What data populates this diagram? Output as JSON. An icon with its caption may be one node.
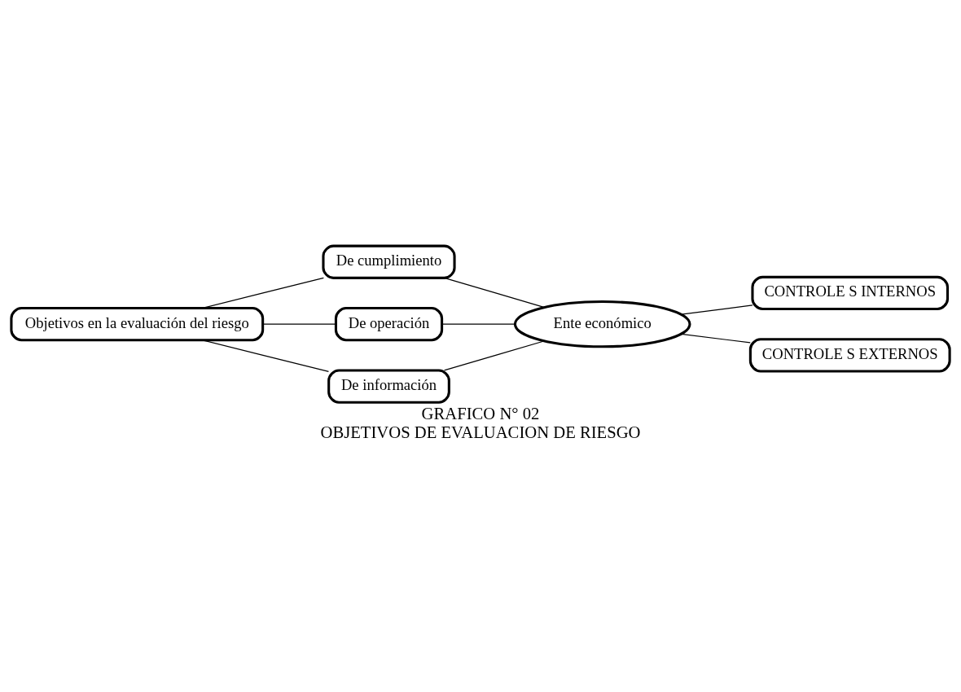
{
  "diagram": {
    "title": "GRAFICO N° 02",
    "caption": "OBJETIVOS DE EVALUACION DE RIESGO",
    "nodes": [
      {
        "text": [
          "Objetivos en la evaluación del riesgo"
        ]
      },
      {
        "text": [
          "De cumplimiento"
        ]
      },
      {
        "text": [
          "De operación"
        ]
      },
      {
        "text": [
          "De información"
        ]
      },
      {
        "text": [
          "Ente económico"
        ]
      },
      {
        "text": [
          "CONTROLE S INTERNOS"
        ]
      },
      {
        "text": [
          "CONTROLE S EXTERNOS"
        ]
      }
    ],
    "edges": [
      {
        "from": 0,
        "to": 1,
        "arrow": "none"
      },
      {
        "from": 0,
        "to": 2,
        "arrow": "none"
      },
      {
        "from": 0,
        "to": 3,
        "arrow": "none"
      },
      {
        "from": 1,
        "to": 4,
        "arrow": "none"
      },
      {
        "from": 2,
        "to": 4,
        "arrow": "none"
      },
      {
        "from": 3,
        "to": 4,
        "arrow": "none"
      },
      {
        "from": 4,
        "to": 5,
        "arrow": "none"
      },
      {
        "from": 4,
        "to": 6,
        "arrow": "none"
      }
    ]
  }
}
